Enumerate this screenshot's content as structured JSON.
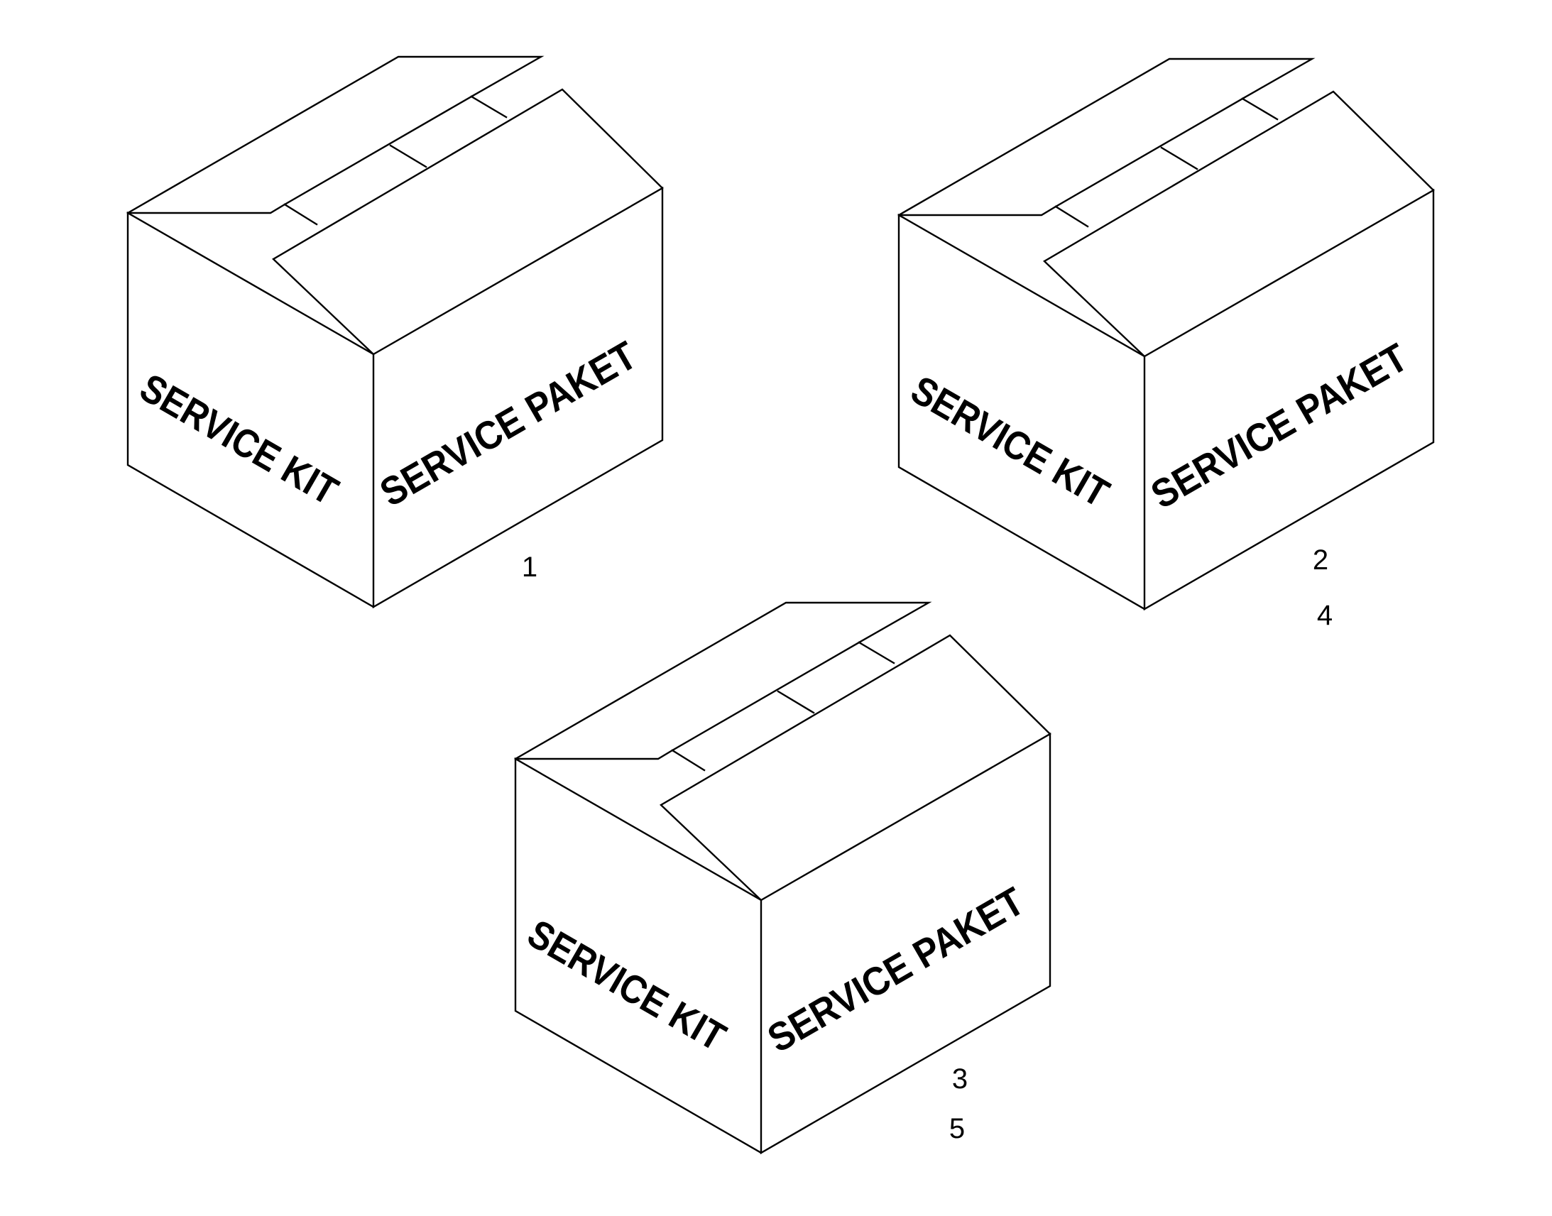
{
  "figure": {
    "boxes": [
      {
        "name": "box-1",
        "left_face_text": "SERVICE KIT",
        "right_face_text": "SERVICE PAKET",
        "callouts": [
          "1"
        ]
      },
      {
        "name": "box-2",
        "left_face_text": "SERVICE KIT",
        "right_face_text": "SERVICE PAKET",
        "callouts": [
          "2",
          "4"
        ]
      },
      {
        "name": "box-3",
        "left_face_text": "SERVICE KIT",
        "right_face_text": "SERVICE PAKET",
        "callouts": [
          "3",
          "5"
        ]
      }
    ]
  }
}
